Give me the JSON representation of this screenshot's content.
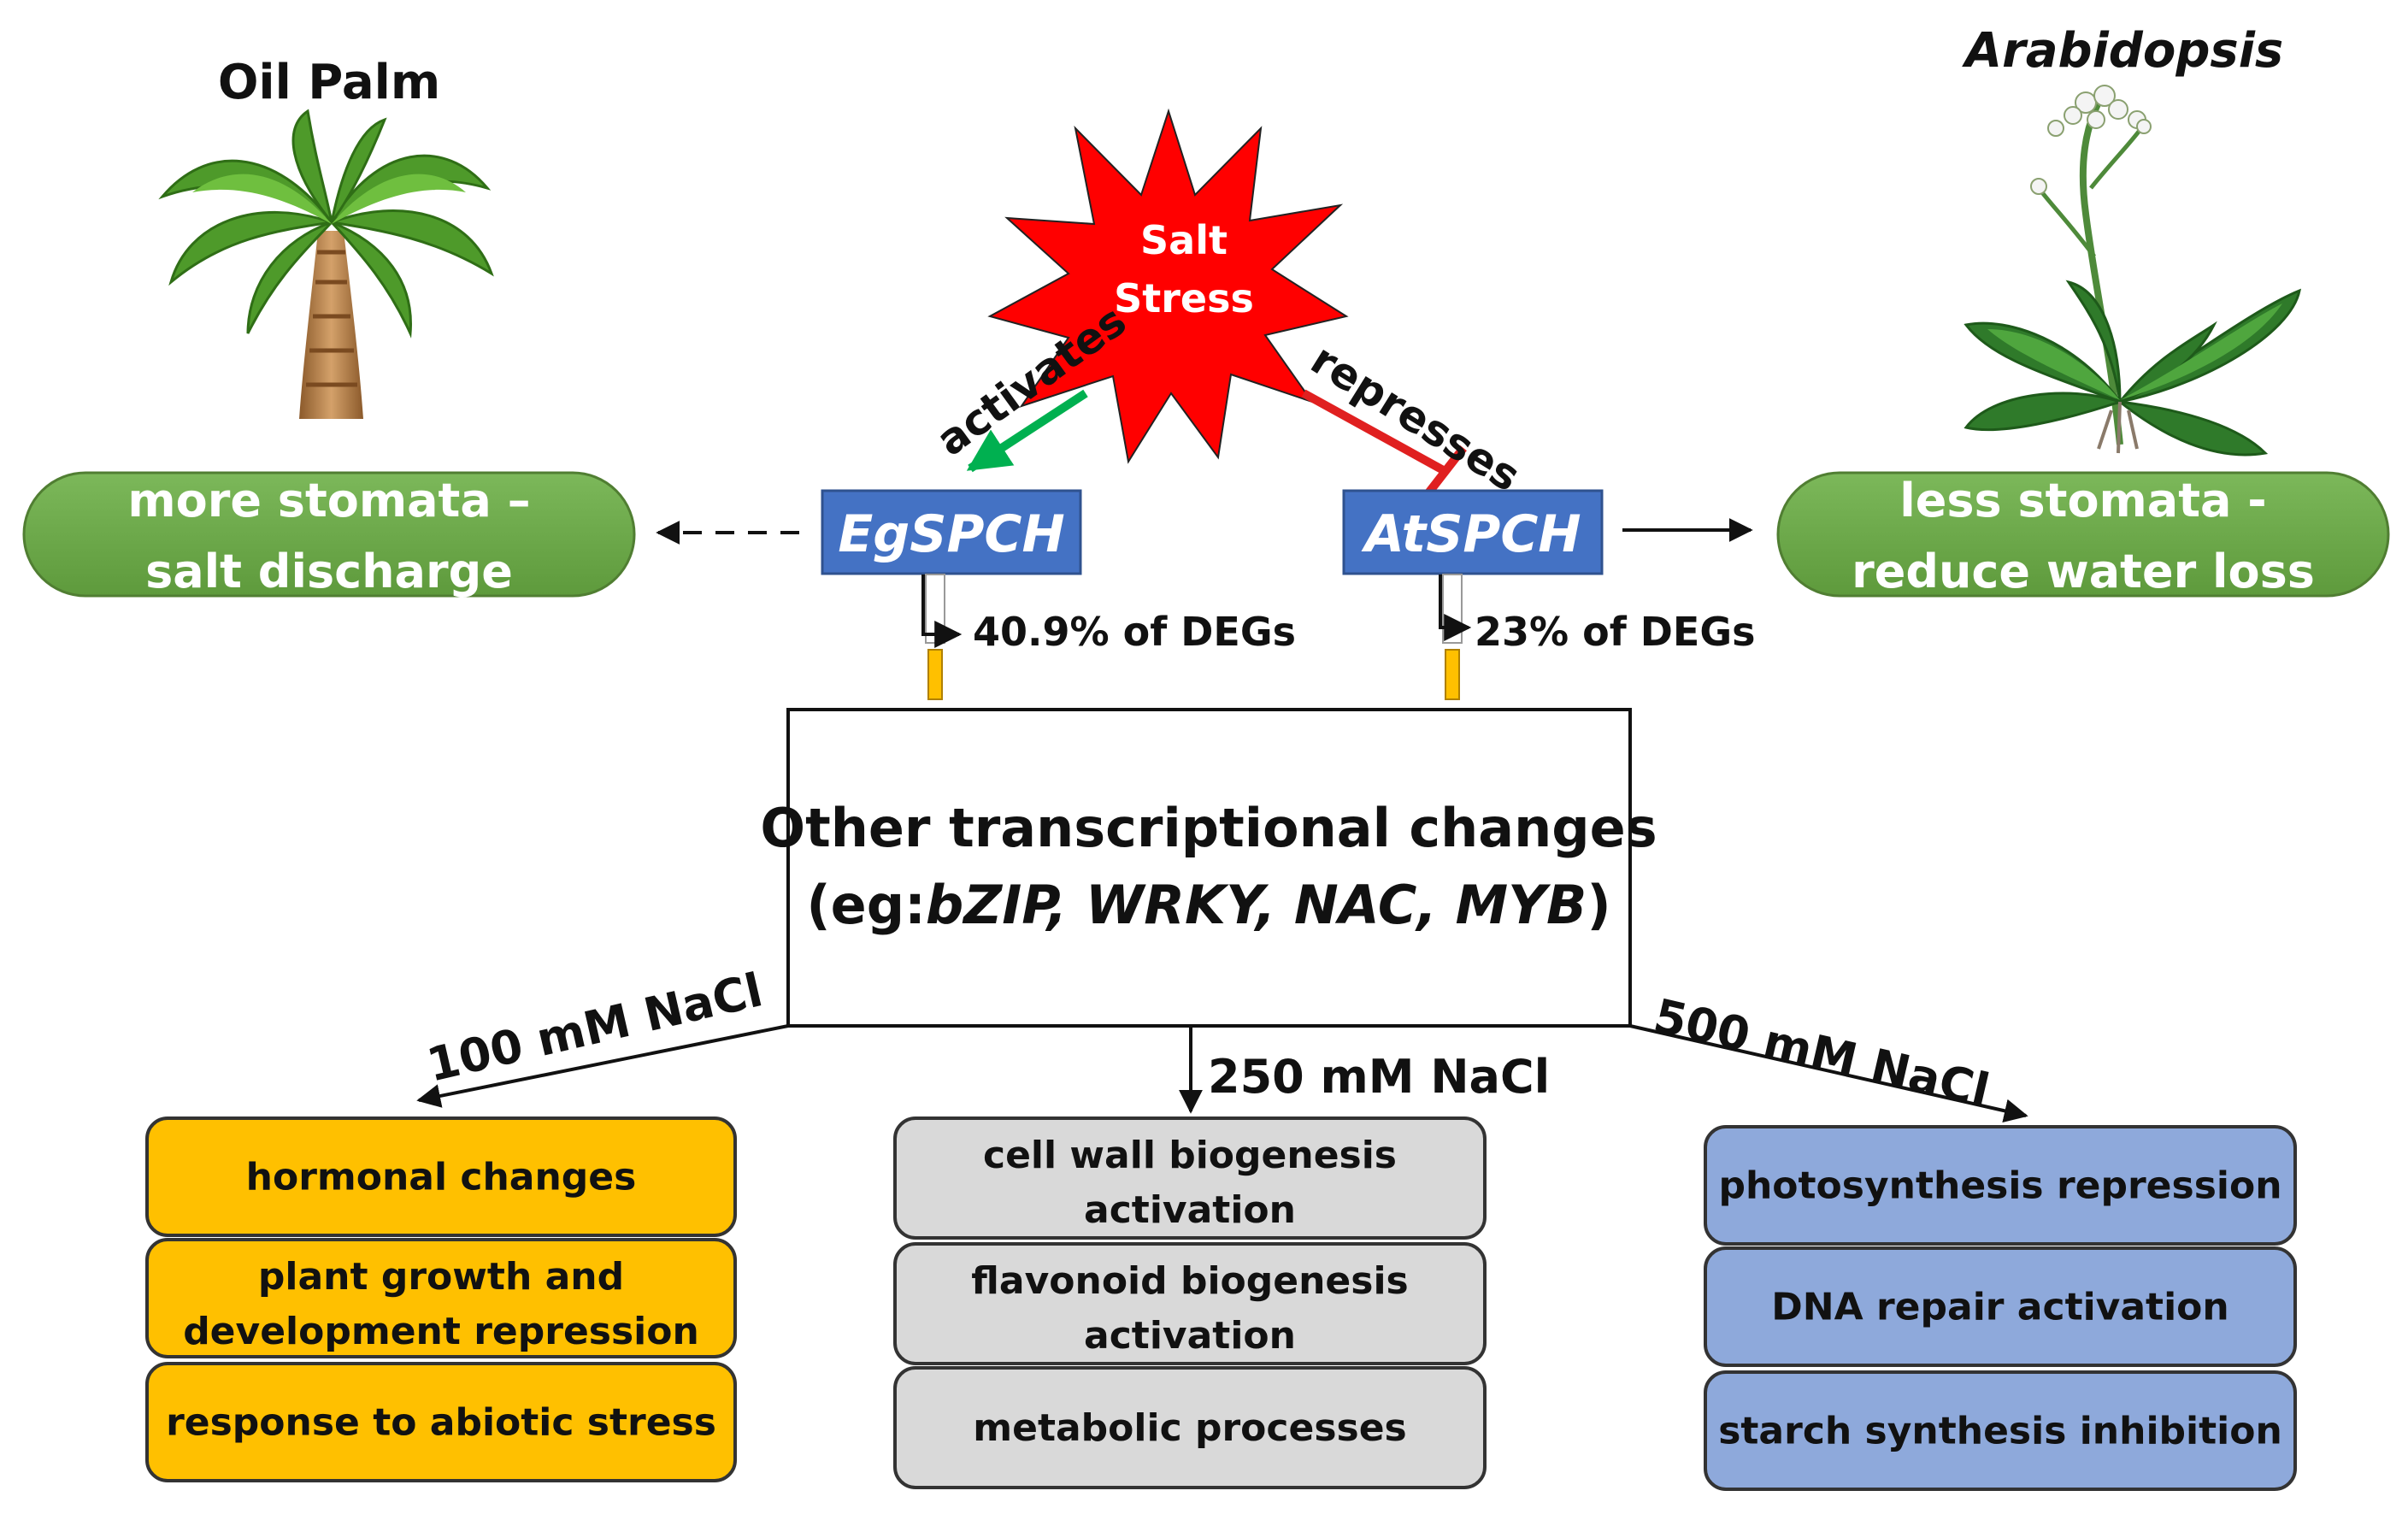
{
  "organisms": {
    "left": "Oil Palm",
    "right": "Arabidopsis"
  },
  "stress": {
    "line1": "Salt",
    "line2": "Stress"
  },
  "edges": {
    "activates": "activates",
    "represses": "represses"
  },
  "genes": {
    "left": "EgSPCH",
    "right": "AtSPCH"
  },
  "outcomes": {
    "left": {
      "line1": "more stomata –",
      "line2": "salt discharge"
    },
    "right": {
      "line1": "less stomata -",
      "line2": "reduce water loss"
    }
  },
  "degs": {
    "left": "40.9% of DEGs",
    "right": "23% of DEGs"
  },
  "center": {
    "line1": "Other transcriptional changes",
    "line2_prefix": "(eg:",
    "line2_genes": "bZIP, WRKY, NAC, MYB",
    "line2_suffix": ")"
  },
  "concentrations": {
    "c100": "100 mM NaCl",
    "c250": "250 mM NaCl",
    "c500": "500 mM NaCl"
  },
  "groups": {
    "low": {
      "color": "#FFC000",
      "items": [
        {
          "line1": "hormonal changes",
          "line2": ""
        },
        {
          "line1": "plant growth and",
          "line2": "development repression"
        },
        {
          "line1": "response to abiotic stress",
          "line2": ""
        }
      ]
    },
    "mid": {
      "color": "#D9D9D9",
      "items": [
        {
          "line1": "cell wall biogenesis",
          "line2": "activation"
        },
        {
          "line1": "flavonoid biogenesis",
          "line2": "activation"
        },
        {
          "line1": "metabolic processes",
          "line2": ""
        }
      ]
    },
    "high": {
      "color": "#8EA9DB",
      "items": [
        {
          "line1": "photosynthesis repression",
          "line2": ""
        },
        {
          "line1": "DNA repair activation",
          "line2": ""
        },
        {
          "line1": "starch synthesis inhibition",
          "line2": ""
        }
      ]
    }
  },
  "colors": {
    "pill": "#70AD47",
    "gene_box": "#4472C4",
    "star": "#FF0000",
    "activate_arrow": "#00B050",
    "repress_arrow": "#E02020"
  },
  "icons": {
    "left": "palm-tree-icon",
    "right": "arabidopsis-plant-icon"
  }
}
